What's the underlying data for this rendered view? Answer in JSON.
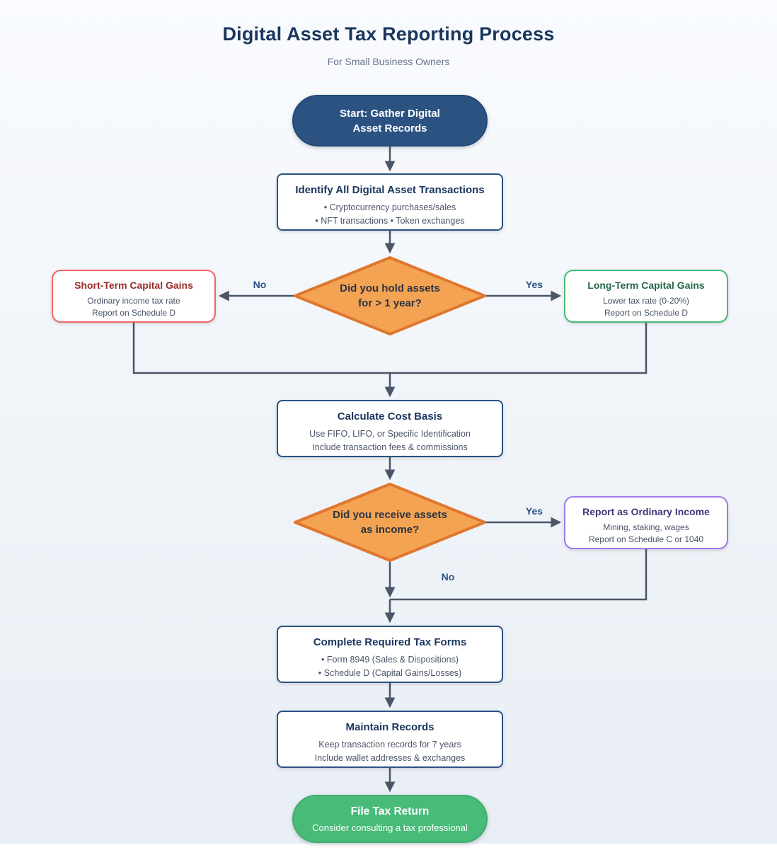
{
  "title": "Digital Asset Tax Reporting Process",
  "subtitle": "For Small Business Owners",
  "nodes": {
    "start": {
      "line1": "Start: Gather Digital",
      "line2": "Asset Records"
    },
    "identify": {
      "title": "Identify All Digital Asset Transactions",
      "line1": "• Cryptocurrency purchases/sales",
      "line2": "• NFT transactions • Token exchanges"
    },
    "decision_hold": {
      "line1": "Did you hold assets",
      "line2": "for > 1 year?"
    },
    "short_term": {
      "title": "Short-Term Capital Gains",
      "line1": "Ordinary income tax rate",
      "line2": "Report on Schedule D"
    },
    "long_term": {
      "title": "Long-Term Capital Gains",
      "line1": "Lower tax rate (0-20%)",
      "line2": "Report on Schedule D"
    },
    "cost_basis": {
      "title": "Calculate Cost Basis",
      "line1": "Use FIFO, LIFO, or Specific Identification",
      "line2": "Include transaction fees & commissions"
    },
    "decision_income": {
      "line1": "Did you receive assets",
      "line2": "as income?"
    },
    "ordinary_income": {
      "title": "Report as Ordinary Income",
      "line1": "Mining, staking, wages",
      "line2": "Report on Schedule C or 1040"
    },
    "tax_forms": {
      "title": "Complete Required Tax Forms",
      "line1": "• Form 8949 (Sales & Dispositions)",
      "line2": "• Schedule D (Capital Gains/Losses)"
    },
    "maintain": {
      "title": "Maintain Records",
      "line1": "Keep transaction records for 7 years",
      "line2": "Include wallet addresses & exchanges"
    },
    "end": {
      "title": "File Tax Return",
      "subtitle": "Consider consulting a tax professional"
    }
  },
  "labels": {
    "hold_no": "No",
    "hold_yes": "Yes",
    "income_yes": "Yes",
    "income_no": "No"
  },
  "colors": {
    "title": "#1a365d",
    "subtitle": "#64748b",
    "line": "#4a5568",
    "label": "#2c5282",
    "node-border": "#2c5282",
    "node-title": "#1a365d",
    "node-text": "#4a5568",
    "start-fill": "#2c5282",
    "start-border": "#234a75",
    "diamond-fill": "#f4a353",
    "diamond-border": "#e0772f",
    "diamond-text": "#2a3342",
    "red-border": "#f56565",
    "red-title": "#9b2c2c",
    "green-border": "#48bb78",
    "green-title": "#276749",
    "purple-border": "#9f7aea",
    "purple-title": "#44337a",
    "end-fill": "#48bb78",
    "end-border": "#3fae6d",
    "bg-top": "#f9fbfe",
    "bg-bottom": "#e8eef4"
  }
}
